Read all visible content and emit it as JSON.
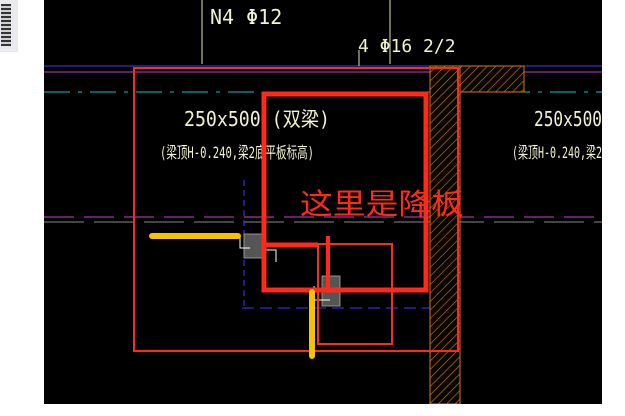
{
  "drawing": {
    "label_top": "N4 Φ12",
    "label_rebar": "4 Φ16  2/2",
    "beam_left_size": "250x500 (双梁)",
    "beam_left_note": "(梁顶H-0.240,梁2底平板标高)",
    "beam_right_size": "250x500",
    "beam_right_note": "(梁顶H-0.240,梁2",
    "annotation": "这里是降板"
  },
  "colors": {
    "background": "#000000",
    "annotation_red": "#ff2a1a",
    "marker_yellow": "#f6c200",
    "cad_text": "#f2f2d0",
    "cad_blue": "#3a3aff",
    "cad_cyan": "#00c8c8",
    "hatch_orange": "#d07a1a"
  }
}
